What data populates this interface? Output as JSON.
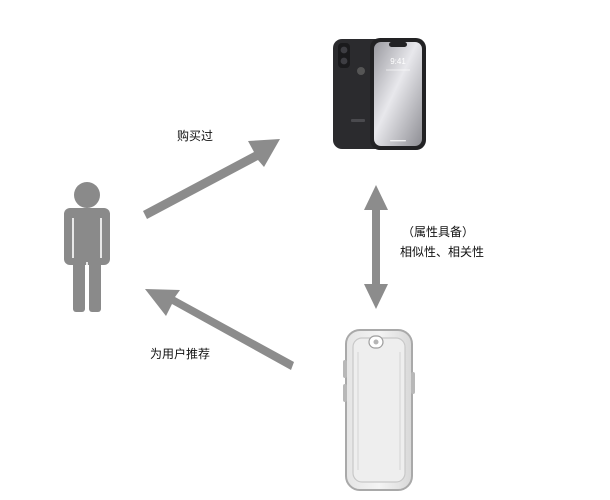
{
  "labels": {
    "purchased": "购买过",
    "recommend": "为用户推荐",
    "attributes_line1": "（属性具备）",
    "attributes_line2": "相似性、相关性"
  },
  "colors": {
    "arrow": "#8c8c8c",
    "person": "#8a8a8a",
    "phone_body": "#2d2d2f",
    "phone_screen": "#cfcfd3",
    "case": "#bdbdbd",
    "text": "#111111"
  },
  "icons": {
    "person": "person-icon",
    "phone": "smartphone-icon",
    "case": "phone-case-icon"
  },
  "phone_screen": {
    "time": "9:41"
  }
}
